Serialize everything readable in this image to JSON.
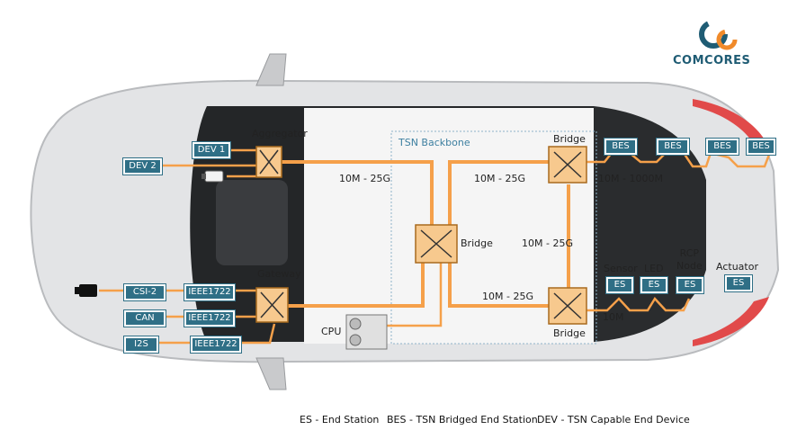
{
  "brand": {
    "name": "COMCORES",
    "accent": "#f08a2a",
    "primary": "#1f5c74"
  },
  "colors": {
    "link": "#f5a04a",
    "switch": "#f7c98e",
    "box": "#2f6f86"
  },
  "labels": {
    "aggregator": "Aggregator",
    "gateway": "Gateway",
    "tsn_backbone": "TSN Backbone",
    "bridge_center": "Bridge",
    "bridge_top": "Bridge",
    "bridge_bottom": "Bridge",
    "cpu": "CPU",
    "sensor": "Sensor",
    "led": "LED",
    "rcp_node": "RCP\nNode",
    "actuator": "Actuator",
    "dev1": "DEV 1",
    "dev2": "DEV 2",
    "csi2": "CSI-2",
    "can": "CAN",
    "i2s": "I2S",
    "ieee1": "IEEE1722",
    "ieee2": "IEEE1722",
    "ieee3": "IEEE1722",
    "bes1": "BES",
    "bes2": "BES",
    "bes3": "BES",
    "bes4": "BES",
    "es_sensor": "ES",
    "es_led": "ES",
    "es_rcp": "ES",
    "es_actuator": "ES"
  },
  "speeds": {
    "agg_to_center": "10M - 25G",
    "center_to_top": "10M - 25G",
    "center_to_bottom": "10M - 25G",
    "top_to_bottom": "10M - 25G",
    "bes_link": "10M - 1000M",
    "es_link": "10M"
  },
  "legend": {
    "es": "ES - End Station",
    "bes": "BES - TSN Bridged End Station",
    "dev": "DEV - TSN Capable End Device"
  }
}
